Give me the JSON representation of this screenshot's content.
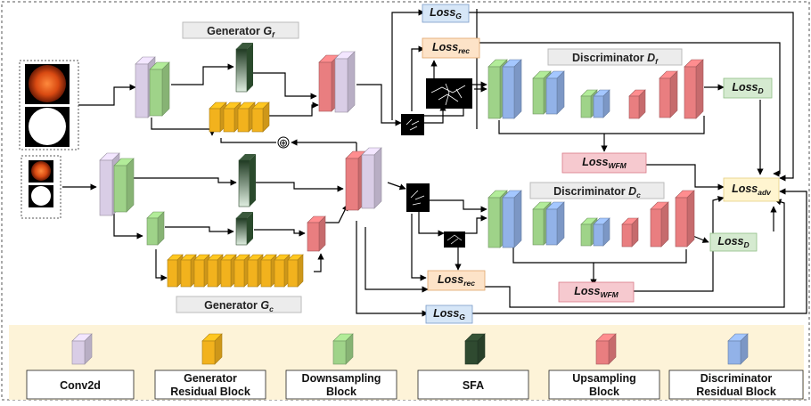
{
  "generators": {
    "fine": {
      "title": "Generator ",
      "symbol": "G",
      "subscript": "f"
    },
    "coarse": {
      "title": "Generator ",
      "symbol": "G",
      "subscript": "c"
    }
  },
  "discriminators": {
    "fine": {
      "title": "Discriminator ",
      "symbol": "D",
      "subscript": "f"
    },
    "coarse": {
      "title": "Discriminator ",
      "symbol": "D",
      "subscript": "c"
    }
  },
  "losses": {
    "g_top": {
      "base": "Loss",
      "sub": "G"
    },
    "rec_top": {
      "base": "Loss",
      "sub": "rec"
    },
    "d_top": {
      "base": "Loss",
      "sub": "D"
    },
    "wfm_top": {
      "base": "Loss",
      "sub": "WFM"
    },
    "adv": {
      "base": "Loss",
      "sub": "adv"
    },
    "d_bottom": {
      "base": "Loss",
      "sub": "D"
    },
    "rec_bottom": {
      "base": "Loss",
      "sub": "rec"
    },
    "wfm_bottom": {
      "base": "Loss",
      "sub": "WFM"
    },
    "g_bottom": {
      "base": "Loss",
      "sub": "G"
    }
  },
  "operators": {
    "add": "⊕"
  },
  "legend": [
    {
      "label": [
        "Conv2d"
      ],
      "color": "#d9cde6"
    },
    {
      "label": [
        "Generator",
        "Residual Block"
      ],
      "color": "#f2b21d"
    },
    {
      "label": [
        "Downsampling",
        "Block"
      ],
      "color": "#9fd389"
    },
    {
      "label": [
        "SFA"
      ],
      "color": "#2f4a30"
    },
    {
      "label": [
        "Upsampling",
        "Block"
      ],
      "color": "#e97e80"
    },
    {
      "label": [
        "Discriminator",
        "Residual Block"
      ],
      "color": "#92b2e8"
    }
  ],
  "colors": {
    "conv2d": "#d9cde6",
    "residual": "#f2b21d",
    "downsampling": "#9fd389",
    "sfa": "#2f4a30",
    "upsampling": "#e97e80",
    "disc_residual": "#92b2e8",
    "loss_g_fill": "#d6e6f7",
    "loss_rec_fill": "#fde3c8",
    "loss_d_fill": "#d5ead0",
    "loss_wfm_fill": "#f6c9cf",
    "loss_adv_fill": "#fff5d0",
    "legend_bg": "#fdf3d8"
  },
  "icons": [
    "fundus-image-icon",
    "mask-image-icon",
    "vessel-map-icon"
  ]
}
